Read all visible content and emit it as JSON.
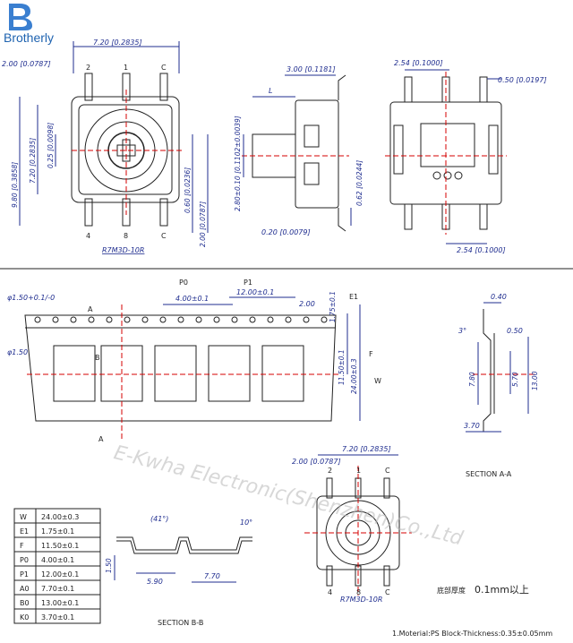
{
  "brand": {
    "name": "Brotherly",
    "mark": "B"
  },
  "top_views": {
    "part_label": "R7M3D-10R",
    "pin_labels": {
      "top": [
        "2",
        "1",
        "C"
      ],
      "bottom": [
        "4",
        "8",
        "C"
      ]
    },
    "front_dims": {
      "width": "7.20 [0.2835]",
      "pin_offset": "2.00 [0.0787]",
      "height_outer": "9.80 [0.3858]",
      "height_inner": "7.20 [0.2835]",
      "knob_dia": "0.25 [0.0098]",
      "side_a": "0.60 [0.0236]",
      "side_b": "2.00 [0.0787]"
    },
    "side_dims": {
      "top": "3.00 [0.1181]",
      "L": "L",
      "shaft": "2.80±0.10 [0.1102±0.0039]",
      "base": "0.62 [0.0244]",
      "bottom": "0.20 [0.0079]"
    },
    "back_dims": {
      "top": "2.54 [0.1000]",
      "right": "0.50 [0.0197]",
      "bottom": "2.54 [0.1000]"
    }
  },
  "tape": {
    "hole": "φ1.50",
    "hole_tol": "φ1.50+0.1/-0",
    "p0": "4.00±0.1",
    "p1": "12.00±0.1",
    "e_small": "2.00",
    "e1": "1.75±0.1",
    "f": "11.50±0.1",
    "w": "24.00±0.3",
    "tags": {
      "p0": "P0",
      "p1": "P1",
      "e1": "E1",
      "f": "F",
      "w": "W",
      "a0": "A0",
      "k0": "K0",
      "b0": "B0"
    },
    "section_marks": {
      "a": "A",
      "b": "B"
    }
  },
  "section_aa": {
    "title": "SECTION A-A",
    "top": "0.40",
    "angle": "3°",
    "inner": "0.50",
    "h1": "7.80",
    "h2": "5.70",
    "h3": "13.00",
    "bottom": "3.70"
  },
  "section_bb": {
    "title": "SECTION B-B",
    "angle": "(41°)",
    "angle2": "10°",
    "depth": "1.50",
    "w1": "5.90",
    "w2": "7.70"
  },
  "spec_table": {
    "rows": [
      {
        "key": "W",
        "value": "24.00±0.3"
      },
      {
        "key": "E1",
        "value": "1.75±0.1"
      },
      {
        "key": "F",
        "value": "11.50±0.1"
      },
      {
        "key": "P0",
        "value": "4.00±0.1"
      },
      {
        "key": "P1",
        "value": "12.00±0.1"
      },
      {
        "key": "A0",
        "value": "7.70±0.1"
      },
      {
        "key": "B0",
        "value": "13.00±0.1"
      },
      {
        "key": "K0",
        "value": "3.70±0.1"
      }
    ]
  },
  "notes": {
    "thickness_cn": "底部厚度",
    "thickness_val": "0.1mm以上",
    "material": "1.Moterial:PS  Block-Thickness:0.35±0.05mm"
  },
  "watermark": "E-Kwha Electronic(Shenzhen)Co.,Ltd",
  "colors": {
    "dim": "#1f2d8f",
    "brand": "#1f63b0",
    "center": "#d40000",
    "line": "#222222"
  }
}
